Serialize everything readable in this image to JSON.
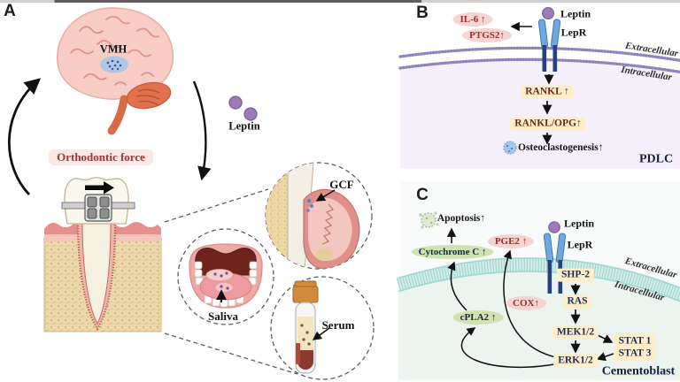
{
  "panelA": {
    "label": "A",
    "vmh": "VMH",
    "leptin": "Leptin",
    "orthodontic_force": "Orthodontic force",
    "saliva": "Saliva",
    "gcf": "GCF",
    "serum": "Serum"
  },
  "panelB": {
    "label": "B",
    "il6": "IL-6 ↑",
    "ptgs2": "PTGS2↑",
    "leptin": "Leptin",
    "lepr": "LepR",
    "extracellular": "Extracellular",
    "intracellular": "Intracellular",
    "rankl": "RANKL ↑",
    "rankl_opg": "RANKL/OPG↑",
    "osteoclastogenesis": "Osteoclastogenesis↑",
    "cell": "PDLC"
  },
  "panelC": {
    "label": "C",
    "apoptosis": "Apoptosis↑",
    "cytochrome_c": "Cytochrome C ↑",
    "pge2": "PGE2 ↑",
    "leptin": "Leptin",
    "lepr": "LepR",
    "shp2": "SHP-2",
    "extracellular": "Extracellular",
    "intracellular": "Intracellular",
    "cox": "COX↑",
    "ras": "RAS",
    "cpla2": "cPLA2 ↑",
    "mek": "MEK1/2",
    "erk": "ERK1/2",
    "stat1": "STAT 1",
    "stat3": "STAT 3",
    "cell": "Cementoblast"
  },
  "colors": {
    "badge_yellow": "#fdeec9",
    "badge_pink": "#f6d4cf",
    "badge_green": "#cfe2b2",
    "leptin_purple": "#9d7ab8",
    "receptor_light_blue": "#6fa8dc",
    "receptor_dark_blue": "#27407e",
    "membrane_b_purple": "#9184bd",
    "membrane_c_teal": "#8ed0c8",
    "panel_b_bg": "#f5f0fa",
    "panel_c_bg": "#ecf4f0",
    "red_text": "#9c2b2b",
    "navy_text": "#1d2d5a",
    "force_label_red": "#a03434"
  }
}
